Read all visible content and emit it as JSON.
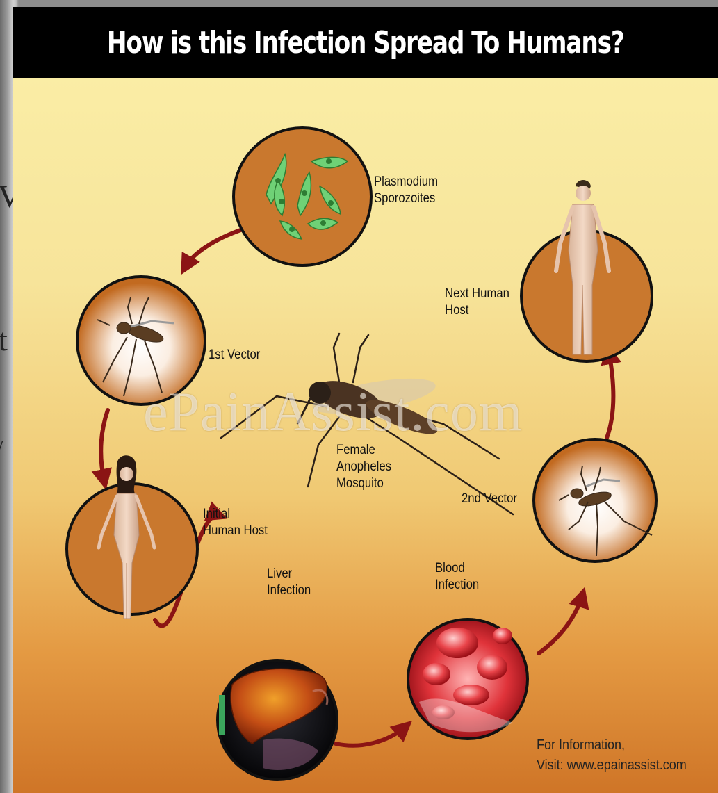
{
  "side_text": [
    "V",
    "t",
    "/"
  ],
  "title": "How is this Infection Spread To Humans?",
  "stages": {
    "sporozoites": "Plasmodium\nSporozoites",
    "first_vector": "1st Vector",
    "initial_host": "Initial\nHuman Host",
    "liver": "Liver\nInfection",
    "blood": "Blood\nInfection",
    "second_vector": "2nd Vector",
    "next_host": "Next Human\nHost",
    "mosquito": "Female\nAnopheles\nMosquito"
  },
  "watermark": "ePainAssist.com",
  "footer": {
    "line1": "For Information,",
    "line2": "Visit: www.epainassist.com"
  },
  "colors": {
    "circle_fill": "#c9782e",
    "circle_border": "#111111",
    "arrow": "#8b1414",
    "sporozoite": "#6fd176",
    "header_bg": "#000000"
  }
}
